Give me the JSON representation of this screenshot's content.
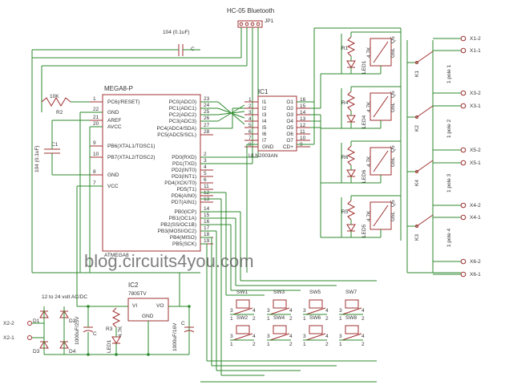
{
  "bluetooth": {
    "label": "HC-05 Bluetooth",
    "ref": "JP1"
  },
  "cap_top": {
    "label": "104 (0.1uF)",
    "ref": "C"
  },
  "resistor_reset": {
    "value": "10K",
    "ref": "R2"
  },
  "cap_left": {
    "label": "104 (0.1uF)",
    "ref": "C1"
  },
  "mcu": {
    "title": "MEGA8-P",
    "bottom_label": "ATMEGA8",
    "left_pins": [
      {
        "name": "PC6(/RESET)",
        "num": "1"
      },
      {
        "name": "GND",
        "num": "22"
      },
      {
        "name": "AREF",
        "num": "21"
      },
      {
        "name": "AVCC",
        "num": "20"
      },
      {
        "name": "PB6(XTAL1/TOSC1)",
        "num": "9"
      },
      {
        "name": "PB7(XTAL2/TOSC2)",
        "num": "10"
      },
      {
        "name": "GND",
        "num": "8"
      },
      {
        "name": "VCC",
        "num": "7"
      }
    ],
    "right_pins": [
      {
        "name": "PC0(ADC0)",
        "num": "23"
      },
      {
        "name": "PC1(ADC1)",
        "num": "24"
      },
      {
        "name": "PC2(ADC2)",
        "num": "25"
      },
      {
        "name": "PC3(ADC3)",
        "num": "26"
      },
      {
        "name": "PC4(ADC4/SDA)",
        "num": "27"
      },
      {
        "name": "PC5(ADC5/SCL)",
        "num": "28"
      },
      {
        "name": "PD0(RXD)",
        "num": "2"
      },
      {
        "name": "PD1(TXD)",
        "num": "3"
      },
      {
        "name": "PD2(INT0)",
        "num": "4"
      },
      {
        "name": "PD3(INT1)",
        "num": "5"
      },
      {
        "name": "PD4(XCK/T0)",
        "num": "6"
      },
      {
        "name": "PD5(T1)",
        "num": "11"
      },
      {
        "name": "PD6(AIN0)",
        "num": "12"
      },
      {
        "name": "PD7(AIN1)",
        "num": "13"
      },
      {
        "name": "PB0(ICP)",
        "num": "14"
      },
      {
        "name": "PB1(OC1A)",
        "num": "15"
      },
      {
        "name": "PB2(SS/OC1B)",
        "num": "16"
      },
      {
        "name": "PB3(MOSI/OC2)",
        "num": "17"
      },
      {
        "name": "PB4(MISO)",
        "num": "18"
      },
      {
        "name": "PB5(SCK)",
        "num": "19"
      }
    ]
  },
  "driver": {
    "ref": "IC1",
    "part": "ULN2003AN",
    "inputs": [
      {
        "name": "I1",
        "num": "1"
      },
      {
        "name": "I2",
        "num": "2"
      },
      {
        "name": "I3",
        "num": "3"
      },
      {
        "name": "I4",
        "num": "4"
      },
      {
        "name": "I5",
        "num": "5"
      },
      {
        "name": "I6",
        "num": "6"
      },
      {
        "name": "I7",
        "num": "7"
      },
      {
        "name": "GND",
        "num": "8"
      }
    ],
    "outputs": [
      {
        "name": "O1",
        "num": "16"
      },
      {
        "name": "O2",
        "num": "15"
      },
      {
        "name": "O3",
        "num": "14"
      },
      {
        "name": "O4",
        "num": "13"
      },
      {
        "name": "O5",
        "num": "12"
      },
      {
        "name": "O6",
        "num": "11"
      },
      {
        "name": "O7",
        "num": "10"
      },
      {
        "name": "CD+",
        "num": "9"
      }
    ]
  },
  "relay_channels": [
    {
      "r": "R1",
      "led": "LED1",
      "res": "4.7K",
      "relay": "K1",
      "coil": "G5L",
      "q": "Q5"
    },
    {
      "r": "R4",
      "led": "LED4",
      "res": "4.7K",
      "relay": "K2",
      "coil": "G5L",
      "q": "Q5"
    },
    {
      "r": "R6",
      "led": "LED6",
      "res": "4.7K",
      "relay": "K4",
      "coil": "G5L",
      "q": "Q5"
    },
    {
      "r": "R5",
      "led": "LED5",
      "res": "4.7K",
      "relay": "K3",
      "coil": "G5L",
      "q": "Q5"
    }
  ],
  "relay_contacts": [
    {
      "ref": "K1",
      "side": "1 pole 1"
    },
    {
      "ref": "K2",
      "side": "1 pole 2"
    },
    {
      "ref": "K4",
      "side": "1 pole 3"
    },
    {
      "ref": "K3",
      "side": "1 pole 4"
    }
  ],
  "terminals": [
    "X1-2",
    "X1-1",
    "X3-2",
    "X3-1",
    "X5-2",
    "X5-1",
    "X4-2",
    "X4-1",
    "X6-2",
    "X6-1"
  ],
  "switches": [
    "SW1",
    "SW3",
    "SW5",
    "SW7",
    "SW2",
    "SW4",
    "SW6",
    "SW8"
  ],
  "power": {
    "regulator_ref": "IC2",
    "regulator_part": "7805TV",
    "reg_vi": "VI",
    "reg_vo": "VO",
    "reg_gnd": "GND",
    "input_note": "12 to 24 volt AC/DC",
    "inputs": [
      "X2-2",
      "X2-1"
    ],
    "diodes": [
      "D1",
      "D2",
      "D3",
      "D4"
    ],
    "cap_in": "1000uF/25V",
    "cap_in_ref": "C",
    "cap_out": "1000uF/16V",
    "cap_out_ref": "C",
    "led_res": "4.7K",
    "led_res_ref": "R3",
    "led": "LED1"
  },
  "watermark": "blog.circuits4you.com"
}
